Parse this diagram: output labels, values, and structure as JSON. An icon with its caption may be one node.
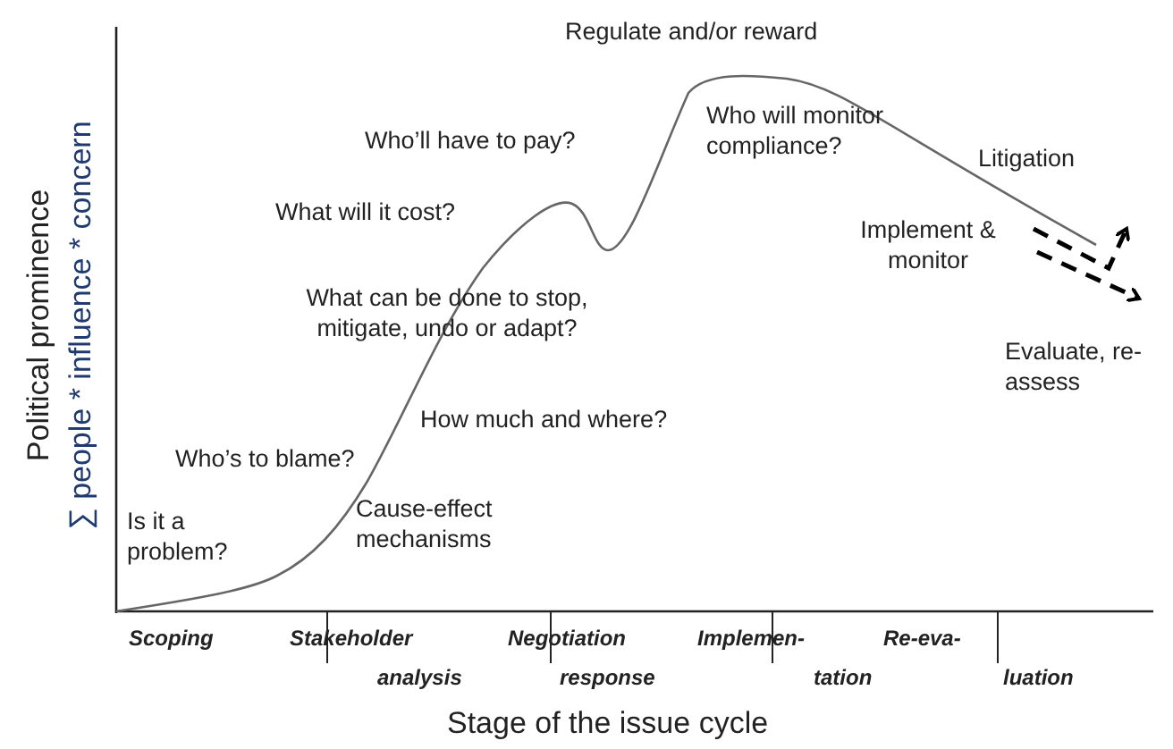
{
  "diagram": {
    "labels": [
      "Regulate and/or reward",
      "Who’ll have to pay?",
      "Who will monitor compliance?",
      "Litigation",
      "What will it cost?",
      "Implement & monitor",
      "What can be done to stop, mitigate, undo or adapt?",
      "Evaluate, re- assess",
      "How much and where?",
      "Who’s to blame?",
      "Is it a problem?",
      "Cause-effect mechanisms",
      "Political prominence",
      "∑ people * influence * concern",
      "Scoping",
      "Stakeholder",
      "analysis",
      "Negotiation",
      "response",
      "Implemen-",
      "tation",
      "Re-eva-",
      "luation",
      "Stage of the issue cycle"
    ]
  }
}
